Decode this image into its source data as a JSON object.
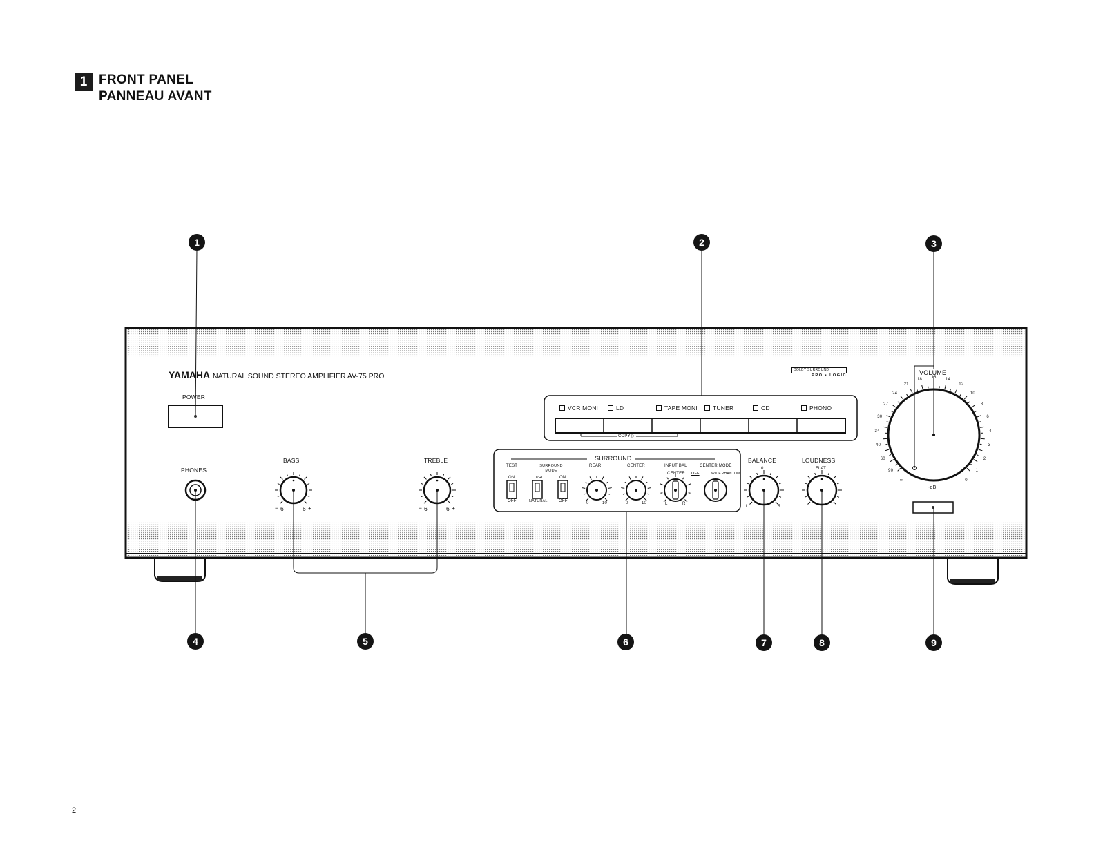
{
  "section": {
    "number": "1",
    "title_en": "FRONT PANEL",
    "title_fr": "PANNEAU AVANT"
  },
  "brand": "YAMAHA",
  "model_line": "NATURAL SOUND STEREO AMPLIFIER AV-75 PRO",
  "dolby": {
    "line1": "DOLBY SURROUND",
    "line2": "PRO • LOGIC"
  },
  "power_label": "POWER",
  "phones_label": "PHONES",
  "bass": {
    "label": "BASS",
    "minus": "−",
    "plus": "+",
    "scale_left": "6",
    "scale_right": "6"
  },
  "treble": {
    "label": "TREBLE",
    "minus": "−",
    "plus": "+",
    "scale_left": "6",
    "scale_right": "6"
  },
  "inputs": [
    "VCR MONI",
    "LD",
    "TAPE MONI",
    "TUNER",
    "CD",
    "PHONO"
  ],
  "copy_label": "COPY ▷",
  "surround": {
    "title": "SURROUND",
    "test": {
      "label": "TEST",
      "on": "ON",
      "off": "OFF"
    },
    "mode": {
      "label": "SURROUND MODE",
      "top": "PRO",
      "bottom": "NATURAL"
    },
    "onoff": {
      "on": "ON",
      "off": "OFF"
    },
    "rear": {
      "label": "REAR",
      "min": "0",
      "max": "10"
    },
    "center": {
      "label": "CENTER",
      "min": "0",
      "max": "10"
    },
    "input_bal": {
      "label": "INPUT BAL",
      "sub": "CENTER",
      "left": "L",
      "right": "R"
    },
    "center_mode": {
      "label": "CENTER MODE",
      "off": "OFF",
      "wide": "WIDE",
      "phantom": "PHANTOM"
    }
  },
  "balance": {
    "label": "BALANCE",
    "left": "L",
    "right": "R",
    "center": "0"
  },
  "loudness": {
    "label": "LOUDNESS",
    "flat": "FLAT"
  },
  "volume": {
    "label": "VOLUME",
    "unit": "-dB",
    "scale": [
      "∞",
      "90",
      "60",
      "40",
      "34",
      "30",
      "27",
      "24",
      "21",
      "18",
      "16",
      "14",
      "12",
      "10",
      "8",
      "6",
      "4",
      "3",
      "2",
      "1",
      "0"
    ]
  },
  "callouts": [
    "1",
    "2",
    "3",
    "4",
    "5",
    "6",
    "7",
    "8",
    "9"
  ],
  "page_number": "2"
}
